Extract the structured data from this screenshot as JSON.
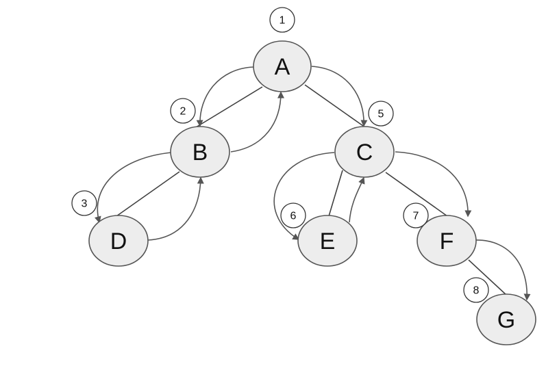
{
  "graph": {
    "nodes": [
      {
        "id": "A",
        "label": "A",
        "visit_order": "1"
      },
      {
        "id": "B",
        "label": "B",
        "visit_order": "2"
      },
      {
        "id": "C",
        "label": "C",
        "visit_order": "5"
      },
      {
        "id": "D",
        "label": "D",
        "visit_order": "3"
      },
      {
        "id": "E",
        "label": "E",
        "visit_order": "6"
      },
      {
        "id": "F",
        "label": "F",
        "visit_order": "7"
      },
      {
        "id": "G",
        "label": "G",
        "visit_order": "8"
      }
    ],
    "edges": [
      {
        "from": "A",
        "to": "B"
      },
      {
        "from": "A",
        "to": "C"
      },
      {
        "from": "B",
        "to": "D"
      },
      {
        "from": "C",
        "to": "E"
      },
      {
        "from": "C",
        "to": "F"
      },
      {
        "from": "F",
        "to": "G"
      }
    ],
    "traversal_arrows": [
      {
        "from": "A",
        "to": "B"
      },
      {
        "from": "B",
        "to": "D"
      },
      {
        "from": "D",
        "to": "B"
      },
      {
        "from": "B",
        "to": "A"
      },
      {
        "from": "A",
        "to": "C"
      },
      {
        "from": "C",
        "to": "E"
      },
      {
        "from": "E",
        "to": "C"
      },
      {
        "from": "C",
        "to": "F"
      },
      {
        "from": "F",
        "to": "G"
      }
    ],
    "colors": {
      "node_fill": "#ededed",
      "stroke": "#555555",
      "arrow": "#555555"
    }
  }
}
